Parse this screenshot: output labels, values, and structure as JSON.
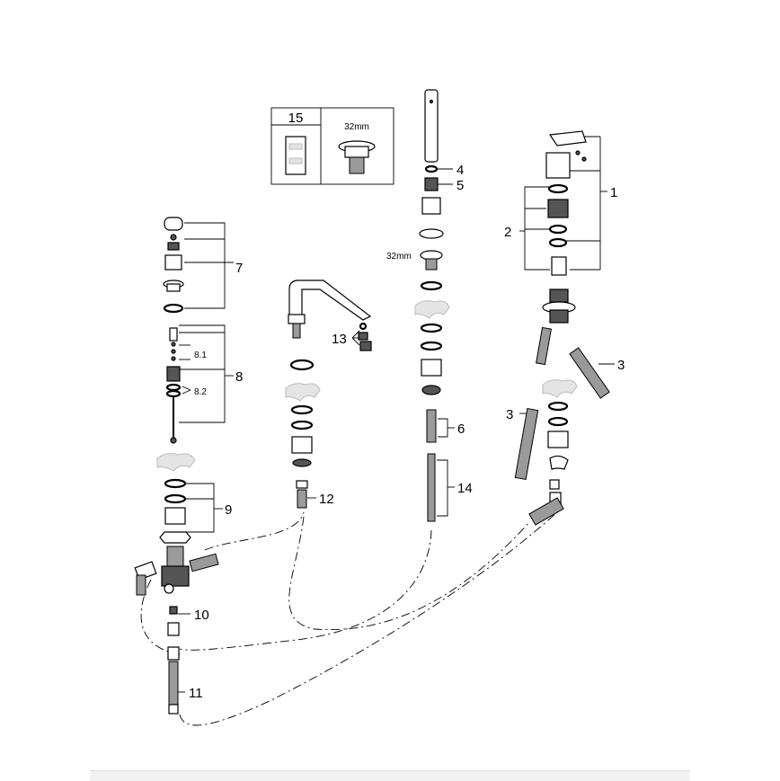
{
  "callouts": {
    "c1": "1",
    "c2": "2",
    "c3a": "3",
    "c3b": "3",
    "c4": "4",
    "c5": "5",
    "c6": "6",
    "c7": "7",
    "c8": "8",
    "c8_1": "8.1",
    "c8_2": "8.2",
    "c9": "9",
    "c10": "10",
    "c11": "11",
    "c12": "12",
    "c13": "13",
    "c14": "14",
    "c15": "15"
  },
  "dimensions": {
    "box_32mm": "32mm",
    "spout_32mm": "32mm"
  }
}
